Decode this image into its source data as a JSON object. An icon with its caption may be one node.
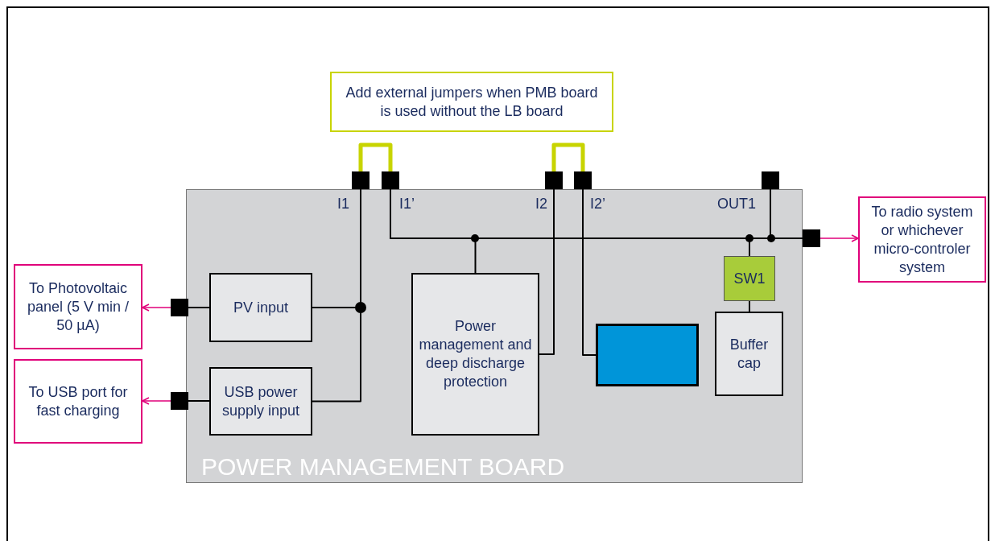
{
  "diagram": {
    "nodes": [
      {
        "text": [
          "POWER MANAGEMENT BOARD"
        ]
      },
      {
        "text": [
          "Add external jumpers when PMB board is used without the LB board"
        ]
      },
      {
        "text": [
          "PV input"
        ],
        "in": 0
      },
      {
        "text": [
          "USB power supply input"
        ],
        "in": 0
      },
      {
        "text": [
          "Power management and deep discharge protection"
        ],
        "in": 0
      },
      {
        "text": [],
        "shape": "box",
        "in": 0
      },
      {
        "text": [
          "SW1"
        ],
        "in": 0
      },
      {
        "text": [
          "Buffer cap"
        ],
        "in": 0
      },
      {
        "text": [
          "To Photovoltaic panel (5 V min / 50 µA)"
        ]
      },
      {
        "text": [
          "To USB port for fast charging"
        ]
      },
      {
        "text": [
          "To radio system or whichever micro-controler system"
        ]
      },
      {
        "text": [],
        "shape": "box"
      },
      {
        "text": [],
        "shape": "box"
      },
      {
        "text": [],
        "shape": "box"
      },
      {
        "text": [],
        "shape": "box"
      },
      {
        "text": [],
        "shape": "box"
      },
      {
        "text": [],
        "shape": "box"
      },
      {
        "text": [],
        "shape": "box"
      },
      {
        "text": [],
        "shape": "box"
      }
    ],
    "edges": [
      {
        "from": 2,
        "to": 11,
        "arrow": "none"
      },
      {
        "from": 3,
        "to": 11,
        "arrow": "none"
      },
      {
        "from": 11,
        "to": 12,
        "arrow": "none",
        "style": "thick",
        "color": "#c8d400"
      },
      {
        "from": 12,
        "to": 18,
        "arrow": "none"
      },
      {
        "from": 4,
        "to": 12,
        "arrow": "none"
      },
      {
        "from": 13,
        "to": 14,
        "arrow": "none",
        "style": "thick",
        "color": "#c8d400"
      },
      {
        "from": 4,
        "to": 13,
        "arrow": "none"
      },
      {
        "from": 5,
        "to": 14,
        "arrow": "none"
      },
      {
        "from": 15,
        "to": 18,
        "arrow": "none"
      },
      {
        "from": 6,
        "to": 18,
        "arrow": "none"
      },
      {
        "from": 6,
        "to": 7,
        "arrow": "none"
      },
      {
        "from": 16,
        "to": 2,
        "arrow": "none"
      },
      {
        "from": 17,
        "to": 3,
        "arrow": "none"
      },
      {
        "from": 16,
        "to": 8,
        "arrow": "to",
        "color": "#e0007a"
      },
      {
        "from": 17,
        "to": 9,
        "arrow": "to",
        "color": "#e0007a"
      },
      {
        "from": 18,
        "to": 10,
        "arrow": "to",
        "color": "#e0007a"
      }
    ],
    "labels": [
      "I1",
      "I1’",
      "I2",
      "I2’",
      "OUT1"
    ]
  }
}
